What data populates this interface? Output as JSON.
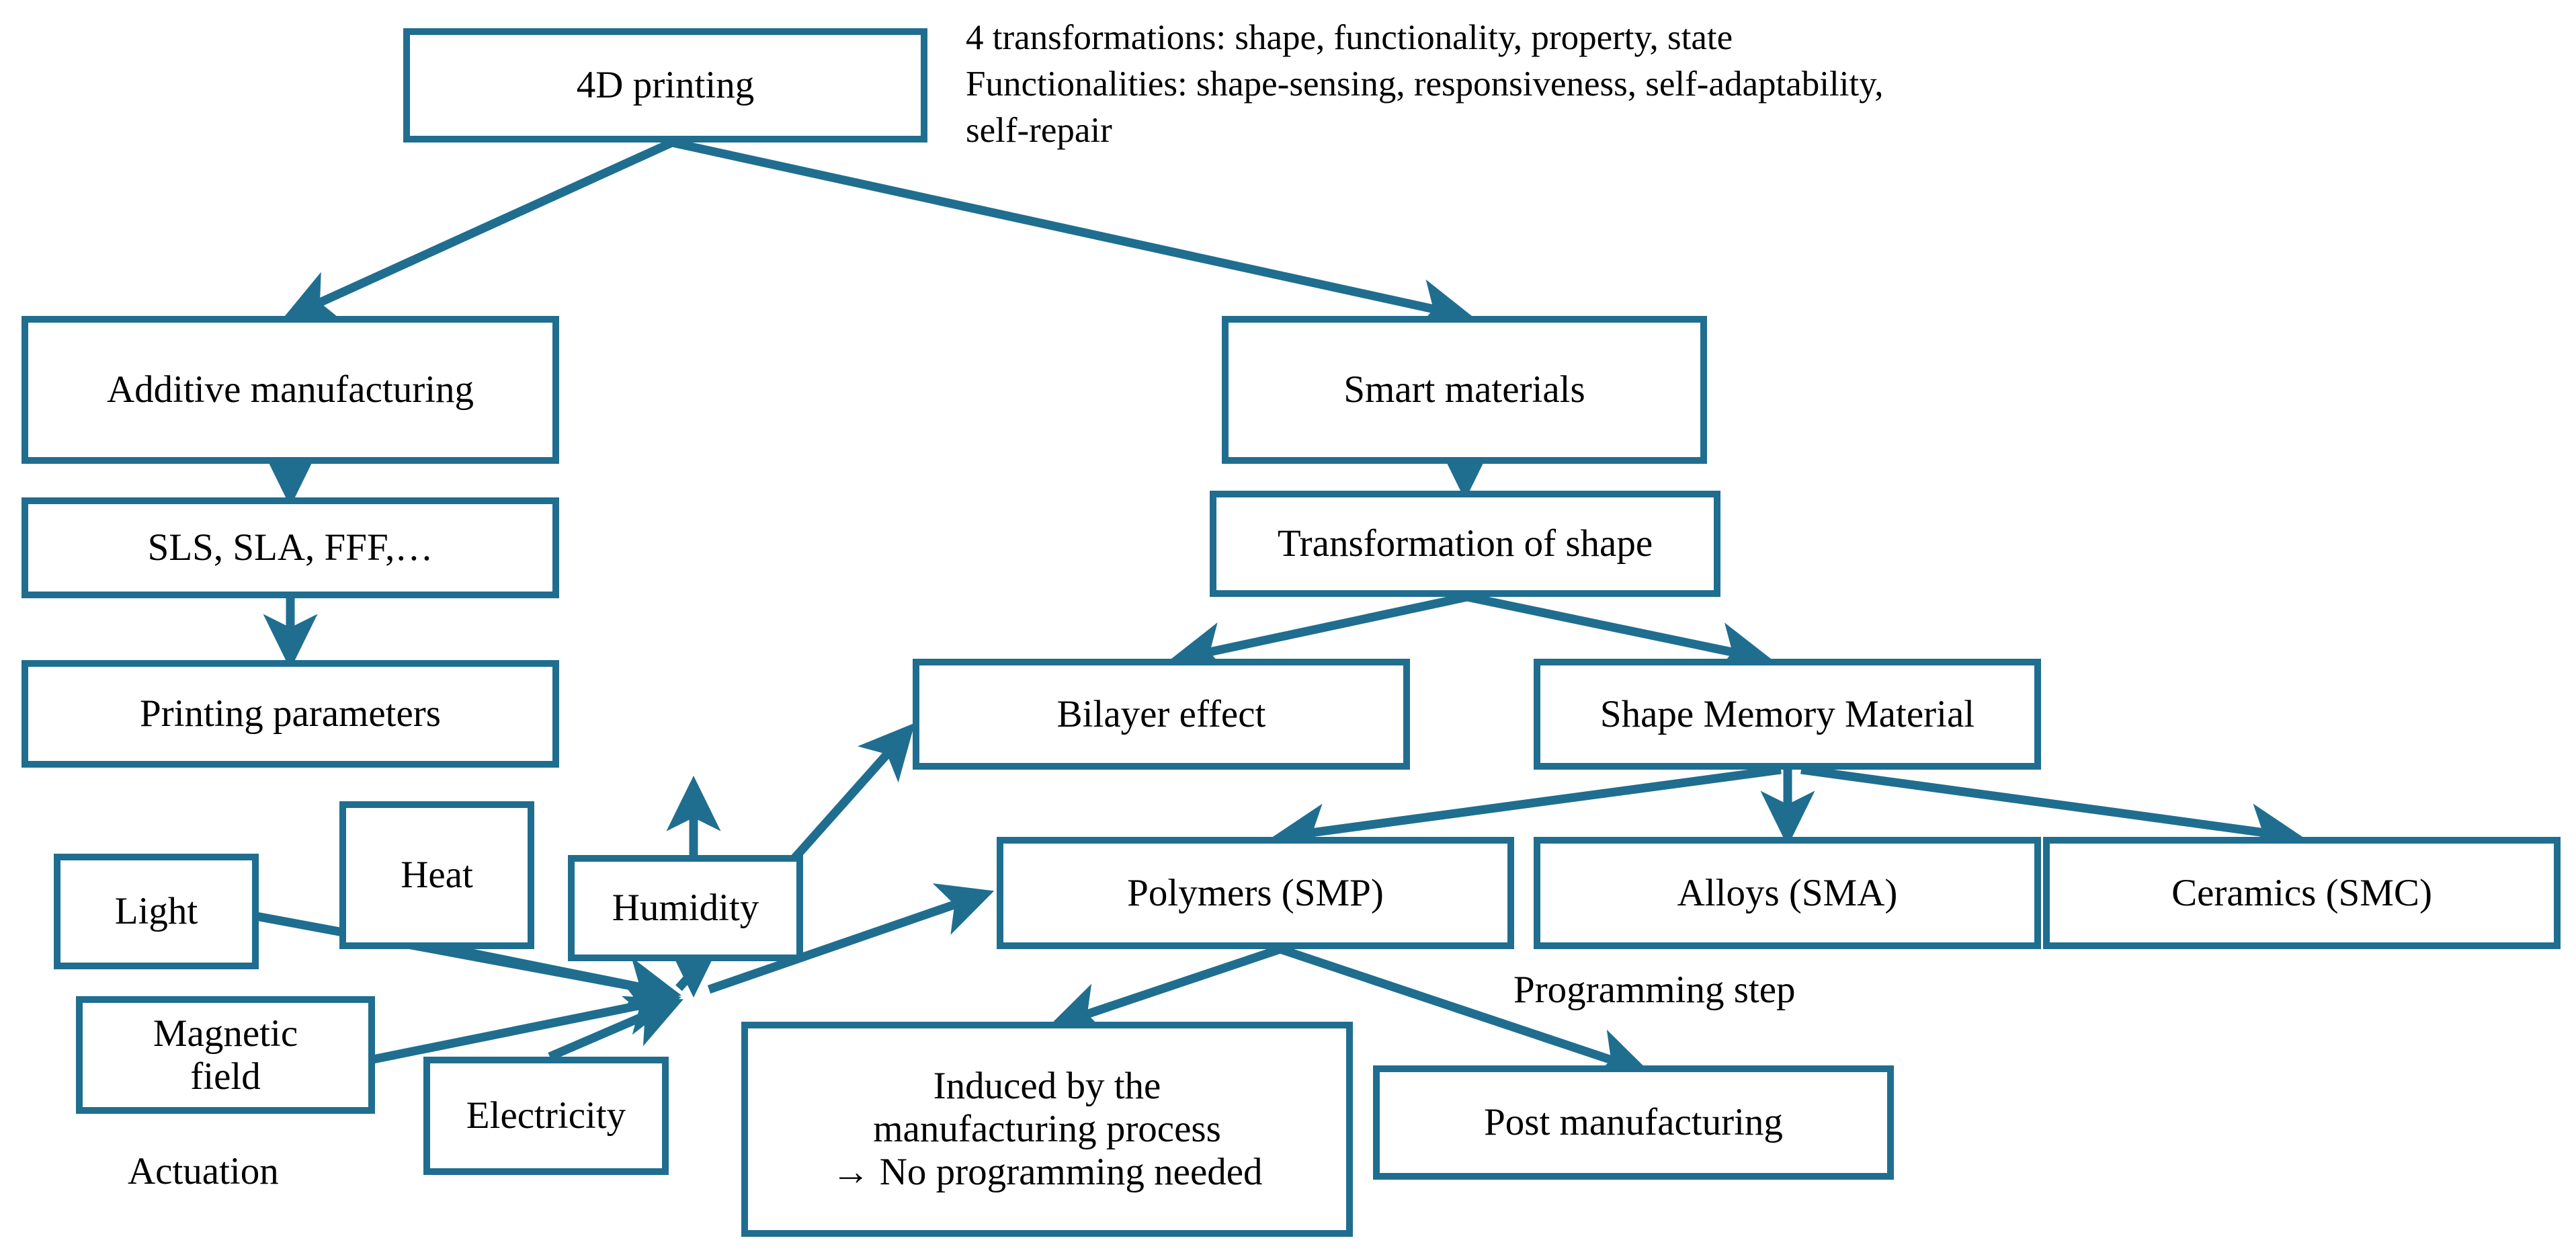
{
  "diagram": {
    "title": "4D printing concept map",
    "accent_color": "#1F6E90",
    "text_color": "#000000",
    "background_color": "#FFFFFF",
    "note": {
      "line1": "4 transformations: shape, functionality, property, state",
      "line2": "Functionalities: shape-sensing, responsiveness, self-adaptability,",
      "line3": "self-repair",
      "text": "4 transformations: shape, functionality, property, state\nFunctionalities: shape-sensing, responsiveness, self-adaptability,\nself-repair"
    },
    "nodes": {
      "root": "4D printing",
      "additive_manufacturing": "Additive manufacturing",
      "processes": "SLS, SLA, FFF,…",
      "printing_parameters": "Printing parameters",
      "smart_materials": "Smart materials",
      "transformation_of_shape": "Transformation of shape",
      "bilayer_effect": "Bilayer effect",
      "shape_memory_material": "Shape Memory Material",
      "polymers": "Polymers (SMP)",
      "alloys": "Alloys (SMA)",
      "ceramics": "Ceramics (SMC)",
      "light": "Light",
      "heat": "Heat",
      "humidity": "Humidity",
      "magnetic_field": "Magnetic\nfield",
      "electricity": "Electricity",
      "induced": "Induced by the\nmanufacturing process\n→ No programming needed",
      "post_manufacturing": "Post manufacturing"
    },
    "group_labels": {
      "actuation": "Actuation",
      "programming_step": "Programming step"
    },
    "edges": [
      {
        "from": "4D printing",
        "to": "Additive manufacturing"
      },
      {
        "from": "4D printing",
        "to": "Smart materials"
      },
      {
        "from": "Additive manufacturing",
        "to": "SLS, SLA, FFF,…"
      },
      {
        "from": "SLS, SLA, FFF,…",
        "to": "Printing parameters"
      },
      {
        "from": "Smart materials",
        "to": "Transformation of shape"
      },
      {
        "from": "Transformation of shape",
        "to": "Bilayer effect"
      },
      {
        "from": "Transformation of shape",
        "to": "Shape Memory Material"
      },
      {
        "from": "Shape Memory Material",
        "to": "Polymers (SMP)"
      },
      {
        "from": "Shape Memory Material",
        "to": "Alloys (SMA)"
      },
      {
        "from": "Shape Memory Material",
        "to": "Ceramics (SMC)"
      },
      {
        "from": "Light",
        "to": "Actuation hub"
      },
      {
        "from": "Heat",
        "to": "Actuation hub"
      },
      {
        "from": "Humidity",
        "to": "Actuation hub"
      },
      {
        "from": "Magnetic field",
        "to": "Actuation hub"
      },
      {
        "from": "Electricity",
        "to": "Actuation hub"
      },
      {
        "from": "Actuation hub",
        "to": "Bilayer effect"
      },
      {
        "from": "Actuation hub",
        "to": "Polymers (SMP)"
      },
      {
        "from": "Humidity",
        "to": "Bilayer effect"
      },
      {
        "from": "Polymers (SMP)",
        "to": "Induced by the manufacturing process"
      },
      {
        "from": "Polymers (SMP)",
        "to": "Post manufacturing"
      }
    ]
  }
}
